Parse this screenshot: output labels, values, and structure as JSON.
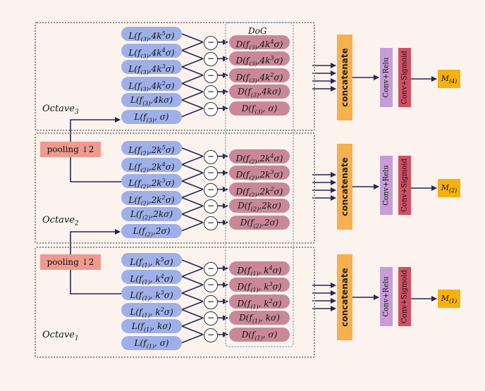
{
  "dog_label": "DoG",
  "concat_label": "concatenate",
  "conv_relu_label": "Conv+Relu",
  "conv_sigmoid_label": "Conv+Sigmoid",
  "pool_label": "pooling ↓2",
  "minus_symbol": "−",
  "octaves": [
    {
      "label": "Octave",
      "sub": "3",
      "output": "M",
      "output_sub": "(4)",
      "L": [
        {
          "pre": "L(f",
          "sub": "(3)",
          "post": ",4k",
          "sup": "5",
          "end": "σ)"
        },
        {
          "pre": "L(f",
          "sub": "(3)",
          "post": ",4k",
          "sup": "4",
          "end": "σ)"
        },
        {
          "pre": "L(f",
          "sub": "(3)",
          "post": ",4k",
          "sup": "3",
          "end": "σ)"
        },
        {
          "pre": "L(f",
          "sub": "(3)",
          "post": ",4k",
          "sup": "2",
          "end": "σ)"
        },
        {
          "pre": "L(f",
          "sub": "(3)",
          "post": ",4kσ)",
          "sup": "",
          "end": ""
        },
        {
          "pre": "L(f",
          "sub": "(3)",
          "post": ", σ)",
          "sup": "",
          "end": ""
        }
      ],
      "D": [
        {
          "pre": "D(f",
          "sub": "(3)",
          "post": ",4k",
          "sup": "4",
          "end": "σ)"
        },
        {
          "pre": "D(f",
          "sub": "(3)",
          "post": ",4k",
          "sup": "3",
          "end": "σ)"
        },
        {
          "pre": "D(f",
          "sub": "(3)",
          "post": ",4k",
          "sup": "2",
          "end": "σ)"
        },
        {
          "pre": "D(f",
          "sub": "(3)",
          "post": ",4kσ)",
          "sup": "",
          "end": ""
        },
        {
          "pre": "D(f",
          "sub": "(3)",
          "post": ", σ)",
          "sup": "",
          "end": ""
        }
      ]
    },
    {
      "label": "Octave",
      "sub": "2",
      "output": "M",
      "output_sub": "(2)",
      "L": [
        {
          "pre": "L(f",
          "sub": "(2)",
          "post": ",2k",
          "sup": "5",
          "end": "σ)"
        },
        {
          "pre": "L(f",
          "sub": "(2)",
          "post": ",2k",
          "sup": "4",
          "end": "σ)"
        },
        {
          "pre": "L(f",
          "sub": "(2)",
          "post": ",2k",
          "sup": "3",
          "end": "σ)"
        },
        {
          "pre": "L(f",
          "sub": "(2)",
          "post": ",2k",
          "sup": "2",
          "end": "σ)"
        },
        {
          "pre": "L(f",
          "sub": "(2)",
          "post": ",2kσ)",
          "sup": "",
          "end": ""
        },
        {
          "pre": "L(f",
          "sub": "(2)",
          "post": ",2σ)",
          "sup": "",
          "end": ""
        }
      ],
      "D": [
        {
          "pre": "D(f",
          "sub": "(2)",
          "post": ",2k",
          "sup": "4",
          "end": "σ)"
        },
        {
          "pre": "D(f",
          "sub": "(2)",
          "post": ",2k",
          "sup": "3",
          "end": "σ)"
        },
        {
          "pre": "D(f",
          "sub": "(2)",
          "post": ",2k",
          "sup": "2",
          "end": "σ)"
        },
        {
          "pre": "D(f",
          "sub": "(2)",
          "post": ",2kσ)",
          "sup": "",
          "end": ""
        },
        {
          "pre": "D(f",
          "sub": "(2)",
          "post": ",2σ)",
          "sup": "",
          "end": ""
        }
      ]
    },
    {
      "label": "Octave",
      "sub": "1",
      "output": "M",
      "output_sub": "(1)",
      "L": [
        {
          "pre": "L(f",
          "sub": "(1)",
          "post": ", k",
          "sup": "5",
          "end": "σ)"
        },
        {
          "pre": "L(f",
          "sub": "(1)",
          "post": ", k",
          "sup": "4",
          "end": "σ)"
        },
        {
          "pre": "L(f",
          "sub": "(1)",
          "post": ", k",
          "sup": "3",
          "end": "σ)"
        },
        {
          "pre": "L(f",
          "sub": "(1)",
          "post": ", k",
          "sup": "2",
          "end": "σ)"
        },
        {
          "pre": "L(f",
          "sub": "(1)",
          "post": ", kσ)",
          "sup": "",
          "end": ""
        },
        {
          "pre": "L(f",
          "sub": "(1)",
          "post": ", σ)",
          "sup": "",
          "end": ""
        }
      ],
      "D": [
        {
          "pre": "D(f",
          "sub": "(1)",
          "post": ", k",
          "sup": "4",
          "end": "σ)"
        },
        {
          "pre": "D(f",
          "sub": "(1)",
          "post": ", k",
          "sup": "3",
          "end": "σ)"
        },
        {
          "pre": "D(f",
          "sub": "(1)",
          "post": ", k",
          "sup": "2",
          "end": "σ)"
        },
        {
          "pre": "D(f",
          "sub": "(1)",
          "post": ", kσ)",
          "sup": "",
          "end": ""
        },
        {
          "pre": "D(f",
          "sub": "(1)",
          "post": ", σ)",
          "sup": "",
          "end": ""
        }
      ]
    }
  ]
}
